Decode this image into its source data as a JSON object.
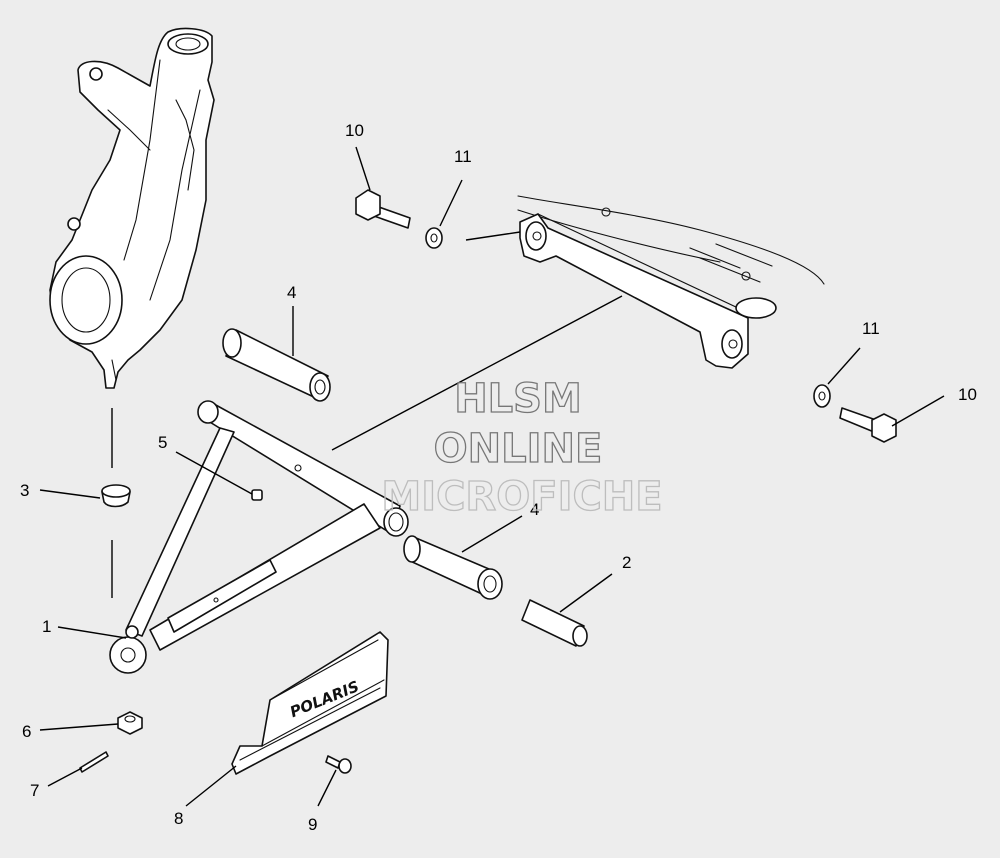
{
  "callouts": [
    {
      "id": "c1",
      "label": "1"
    },
    {
      "id": "c2",
      "label": "2"
    },
    {
      "id": "c3",
      "label": "3"
    },
    {
      "id": "c4a",
      "label": "4"
    },
    {
      "id": "c4b",
      "label": "4"
    },
    {
      "id": "c5",
      "label": "5"
    },
    {
      "id": "c6",
      "label": "6"
    },
    {
      "id": "c7",
      "label": "7"
    },
    {
      "id": "c8",
      "label": "8"
    },
    {
      "id": "c9",
      "label": "9"
    },
    {
      "id": "c10a",
      "label": "10"
    },
    {
      "id": "c10b",
      "label": "10"
    },
    {
      "id": "c11a",
      "label": "11"
    },
    {
      "id": "c11b",
      "label": "11"
    }
  ],
  "watermark": {
    "line1": "HLSM",
    "line2": "ONLINE",
    "line3": "MICROFICHE"
  },
  "logo": {
    "text": "POLARIS"
  },
  "colors": {
    "background": "#ededed",
    "line": "#111111",
    "watermark": "#777777"
  }
}
